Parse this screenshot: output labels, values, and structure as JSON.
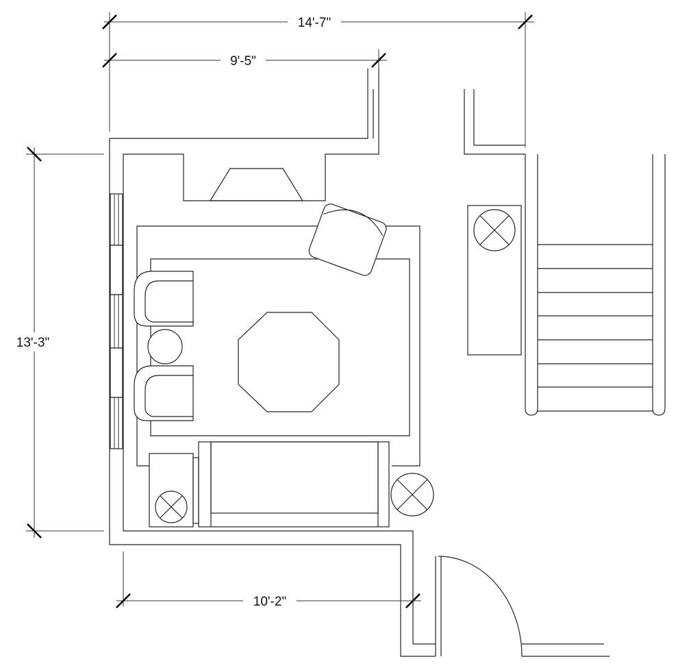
{
  "dimensions": {
    "overall_width": "14'-7\"",
    "room_width_top": "9'-5\"",
    "room_height": "13'-3\"",
    "room_width_bottom": "10'-2\""
  },
  "icons": {
    "light_fixture": "x-circle-icon",
    "stair": "stair-treads-icon",
    "fireplace": "fireplace-icon",
    "door_swing": "door-swing-icon"
  }
}
